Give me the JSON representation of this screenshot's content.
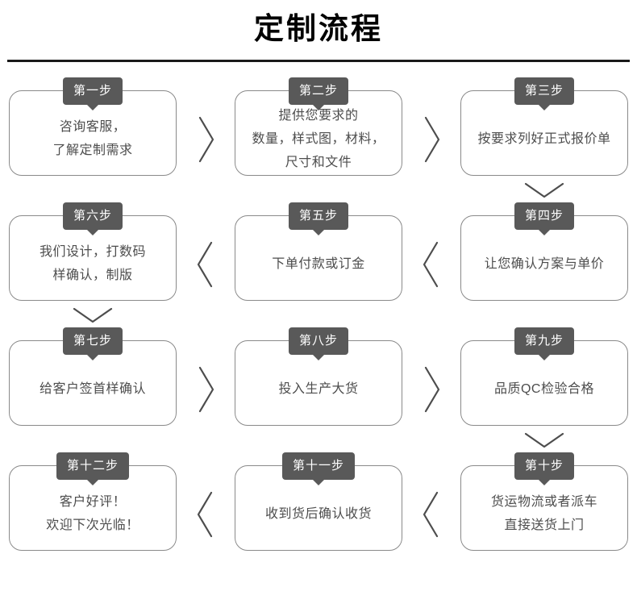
{
  "page": {
    "title": "定制流程"
  },
  "flow": {
    "rows": [
      {
        "direction": "ltr",
        "connector_icon": "chevron-right-icon",
        "steps": [
          {
            "badge": "第一步",
            "lines": [
              "咨询客服，",
              "了解定制需求"
            ],
            "down_arrow": false
          },
          {
            "badge": "第二步",
            "lines": [
              "提供您要求的",
              "数量，样式图，材料，",
              "尺寸和文件"
            ],
            "down_arrow": false
          },
          {
            "badge": "第三步",
            "lines": [
              "按要求列好正式报价单"
            ],
            "down_arrow": true
          }
        ]
      },
      {
        "direction": "rtl",
        "connector_icon": "chevron-left-icon",
        "steps": [
          {
            "badge": "第四步",
            "lines": [
              "让您确认方案与单价"
            ],
            "down_arrow": false
          },
          {
            "badge": "第五步",
            "lines": [
              "下单付款或订金"
            ],
            "down_arrow": false
          },
          {
            "badge": "第六步",
            "lines": [
              "我们设计，打数码",
              "样确认，制版"
            ],
            "down_arrow": true
          }
        ]
      },
      {
        "direction": "ltr",
        "connector_icon": "chevron-right-icon",
        "steps": [
          {
            "badge": "第七步",
            "lines": [
              "给客户签首样确认"
            ],
            "down_arrow": false
          },
          {
            "badge": "第八步",
            "lines": [
              "投入生产大货"
            ],
            "down_arrow": false
          },
          {
            "badge": "第九步",
            "lines": [
              "品质QC检验合格"
            ],
            "down_arrow": true
          }
        ]
      },
      {
        "direction": "rtl",
        "connector_icon": "chevron-left-icon",
        "steps": [
          {
            "badge": "第十步",
            "lines": [
              "货运物流或者派车",
              "直接送货上门"
            ],
            "down_arrow": false
          },
          {
            "badge": "第十一步",
            "lines": [
              "收到货后确认收货"
            ],
            "down_arrow": false
          },
          {
            "badge": "第十二步",
            "lines": [
              "客户好评！",
              "欢迎下次光临！"
            ],
            "down_arrow": false
          }
        ]
      }
    ]
  },
  "colors": {
    "badge_bg": "#595959",
    "badge_text": "#ffffff",
    "card_border": "#8a8a8a",
    "body_text": "#4d4d4d",
    "rule": "#1a1a1a",
    "background": "#ffffff"
  }
}
